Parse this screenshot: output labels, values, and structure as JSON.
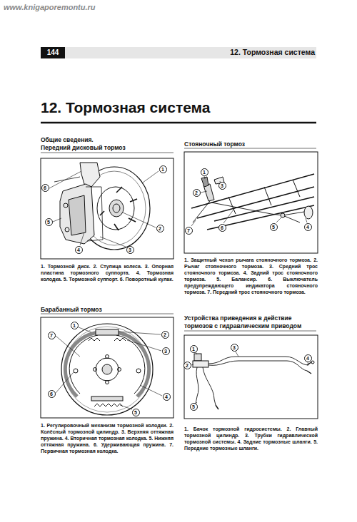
{
  "diagram": {
    "title": "12. Тормозная система",
    "nodes": [
      {
        "text": [
          "1"
        ]
      },
      {
        "text": [
          "2"
        ]
      },
      {
        "text": [
          "3"
        ]
      },
      {
        "text": [
          "4"
        ]
      },
      {
        "text": [
          "5"
        ]
      },
      {
        "text": [
          "6"
        ]
      },
      {
        "text": [
          "1"
        ]
      },
      {
        "text": [
          "2"
        ]
      },
      {
        "text": [
          "3"
        ]
      },
      {
        "text": [
          "4"
        ]
      },
      {
        "text": [
          "5"
        ]
      },
      {
        "text": [
          "6"
        ]
      },
      {
        "text": [
          "7"
        ]
      },
      {
        "text": [
          "1"
        ]
      },
      {
        "text": [
          "2"
        ]
      },
      {
        "text": [
          "3"
        ]
      },
      {
        "text": [
          "4"
        ]
      },
      {
        "text": [
          "5"
        ]
      },
      {
        "text": [
          "6"
        ]
      },
      {
        "text": [
          "7"
        ]
      },
      {
        "text": [
          "1"
        ]
      },
      {
        "text": [
          "2"
        ]
      },
      {
        "text": [
          "3"
        ]
      },
      {
        "text": [
          "4"
        ]
      },
      {
        "text": [
          "5"
        ]
      }
    ],
    "labels": [
      "www.knigaporemontu.ru",
      "144",
      "12. Тормозная система",
      "Общие сведения.",
      "Передний дисковый тормоз",
      "1. Тормозной диск. 2. Ступица колеса. 3. Опорная пластина тормозного суппорта. 4. Тормозная колодка. 5. Тормозной суппорт. 6. Поворотный кулак.",
      "Барабанный тормоз",
      "1. Регулировочный механизм тормозной колодки. 2. Колёсный тормозной цилиндр. 3. Верхняя оттяжная пружина. 4. Вторичная тормозная колодка. 5. Нижняя оттяжная пружина. 6. Удерживающая пружина. 7. Первичная тормозная колодка.",
      "Стояночный тормоз",
      "1. Защитный чехол рычага стояночного тормоза. 2. Рычаг стояночного тормоза. 3. Средний трос стояночного тормоза. 4. Задний трос стояночного тормоза. 5. Балансир. 6. Выключатель предупреждающего индикатора стояночного тормоза. 7. Передний трос стояночного тормоза.",
      "Устройства приведения в действие тормозов с гидравлическим приводом",
      "1. Бачок тормозной гидросистемы. 2. Главный тормозной цилиндр. 3. Трубки гидравлической тормозной системы. 4. Задние тормозные шланги. 5. Передние тормозные шланги."
    ]
  }
}
